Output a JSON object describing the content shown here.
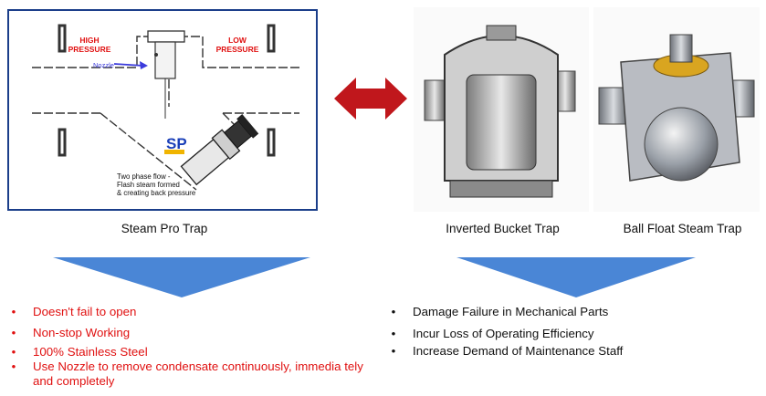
{
  "diagram": {
    "high_pressure_line1": "HIGH",
    "high_pressure_line2": "PRESSURE",
    "low_pressure_line1": "LOW",
    "low_pressure_line2": "PRESSURE",
    "nozzle_label": "Nozzle",
    "brand_mark": "SP",
    "flow_note_line1": "Two phase flow -",
    "flow_note_line2": "Flash steam formed",
    "flow_note_line3": "& creating back pressure"
  },
  "captions": {
    "steam_pro": "Steam Pro Trap",
    "inverted_bucket": "Inverted Bucket Trap",
    "ball_float": "Ball Float Steam Trap"
  },
  "pros": {
    "bullet": "•",
    "items": [
      "Doesn't fail to open",
      "Non-stop Working",
      "100% Stainless Steel",
      "Use Nozzle to  remove condensate  continuously, immedia tely and   completely"
    ]
  },
  "cons": {
    "bullet": "•",
    "items": [
      "Damage Failure in Mechanical Parts",
      "Incur Loss of Operating Efficiency",
      "Increase Demand of Maintenance  Staff"
    ]
  },
  "colors": {
    "pro_text": "#e01010",
    "arrow_red": "#c0171c",
    "chevron_blue": "#4a86d6",
    "panel_border": "#1b3e8a"
  }
}
